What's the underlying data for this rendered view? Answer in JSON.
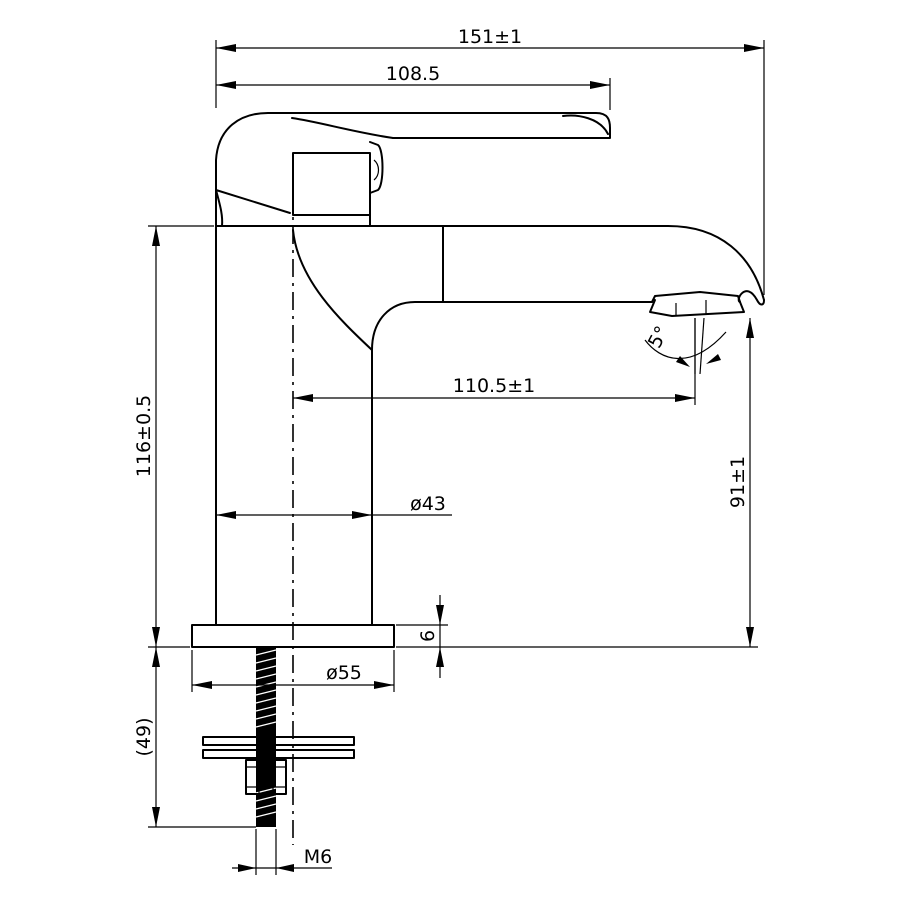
{
  "dimensions": {
    "overall_width": "151±1",
    "handle_length": "108.5",
    "spout_reach": "110.5±1",
    "body_height": "116±0.5",
    "outlet_height": "91±1",
    "body_diameter": "ø43",
    "base_diameter": "ø55",
    "base_thickness": "6",
    "thread_length": "(49)",
    "thread_size": "M6",
    "aerator_angle": "5°"
  }
}
